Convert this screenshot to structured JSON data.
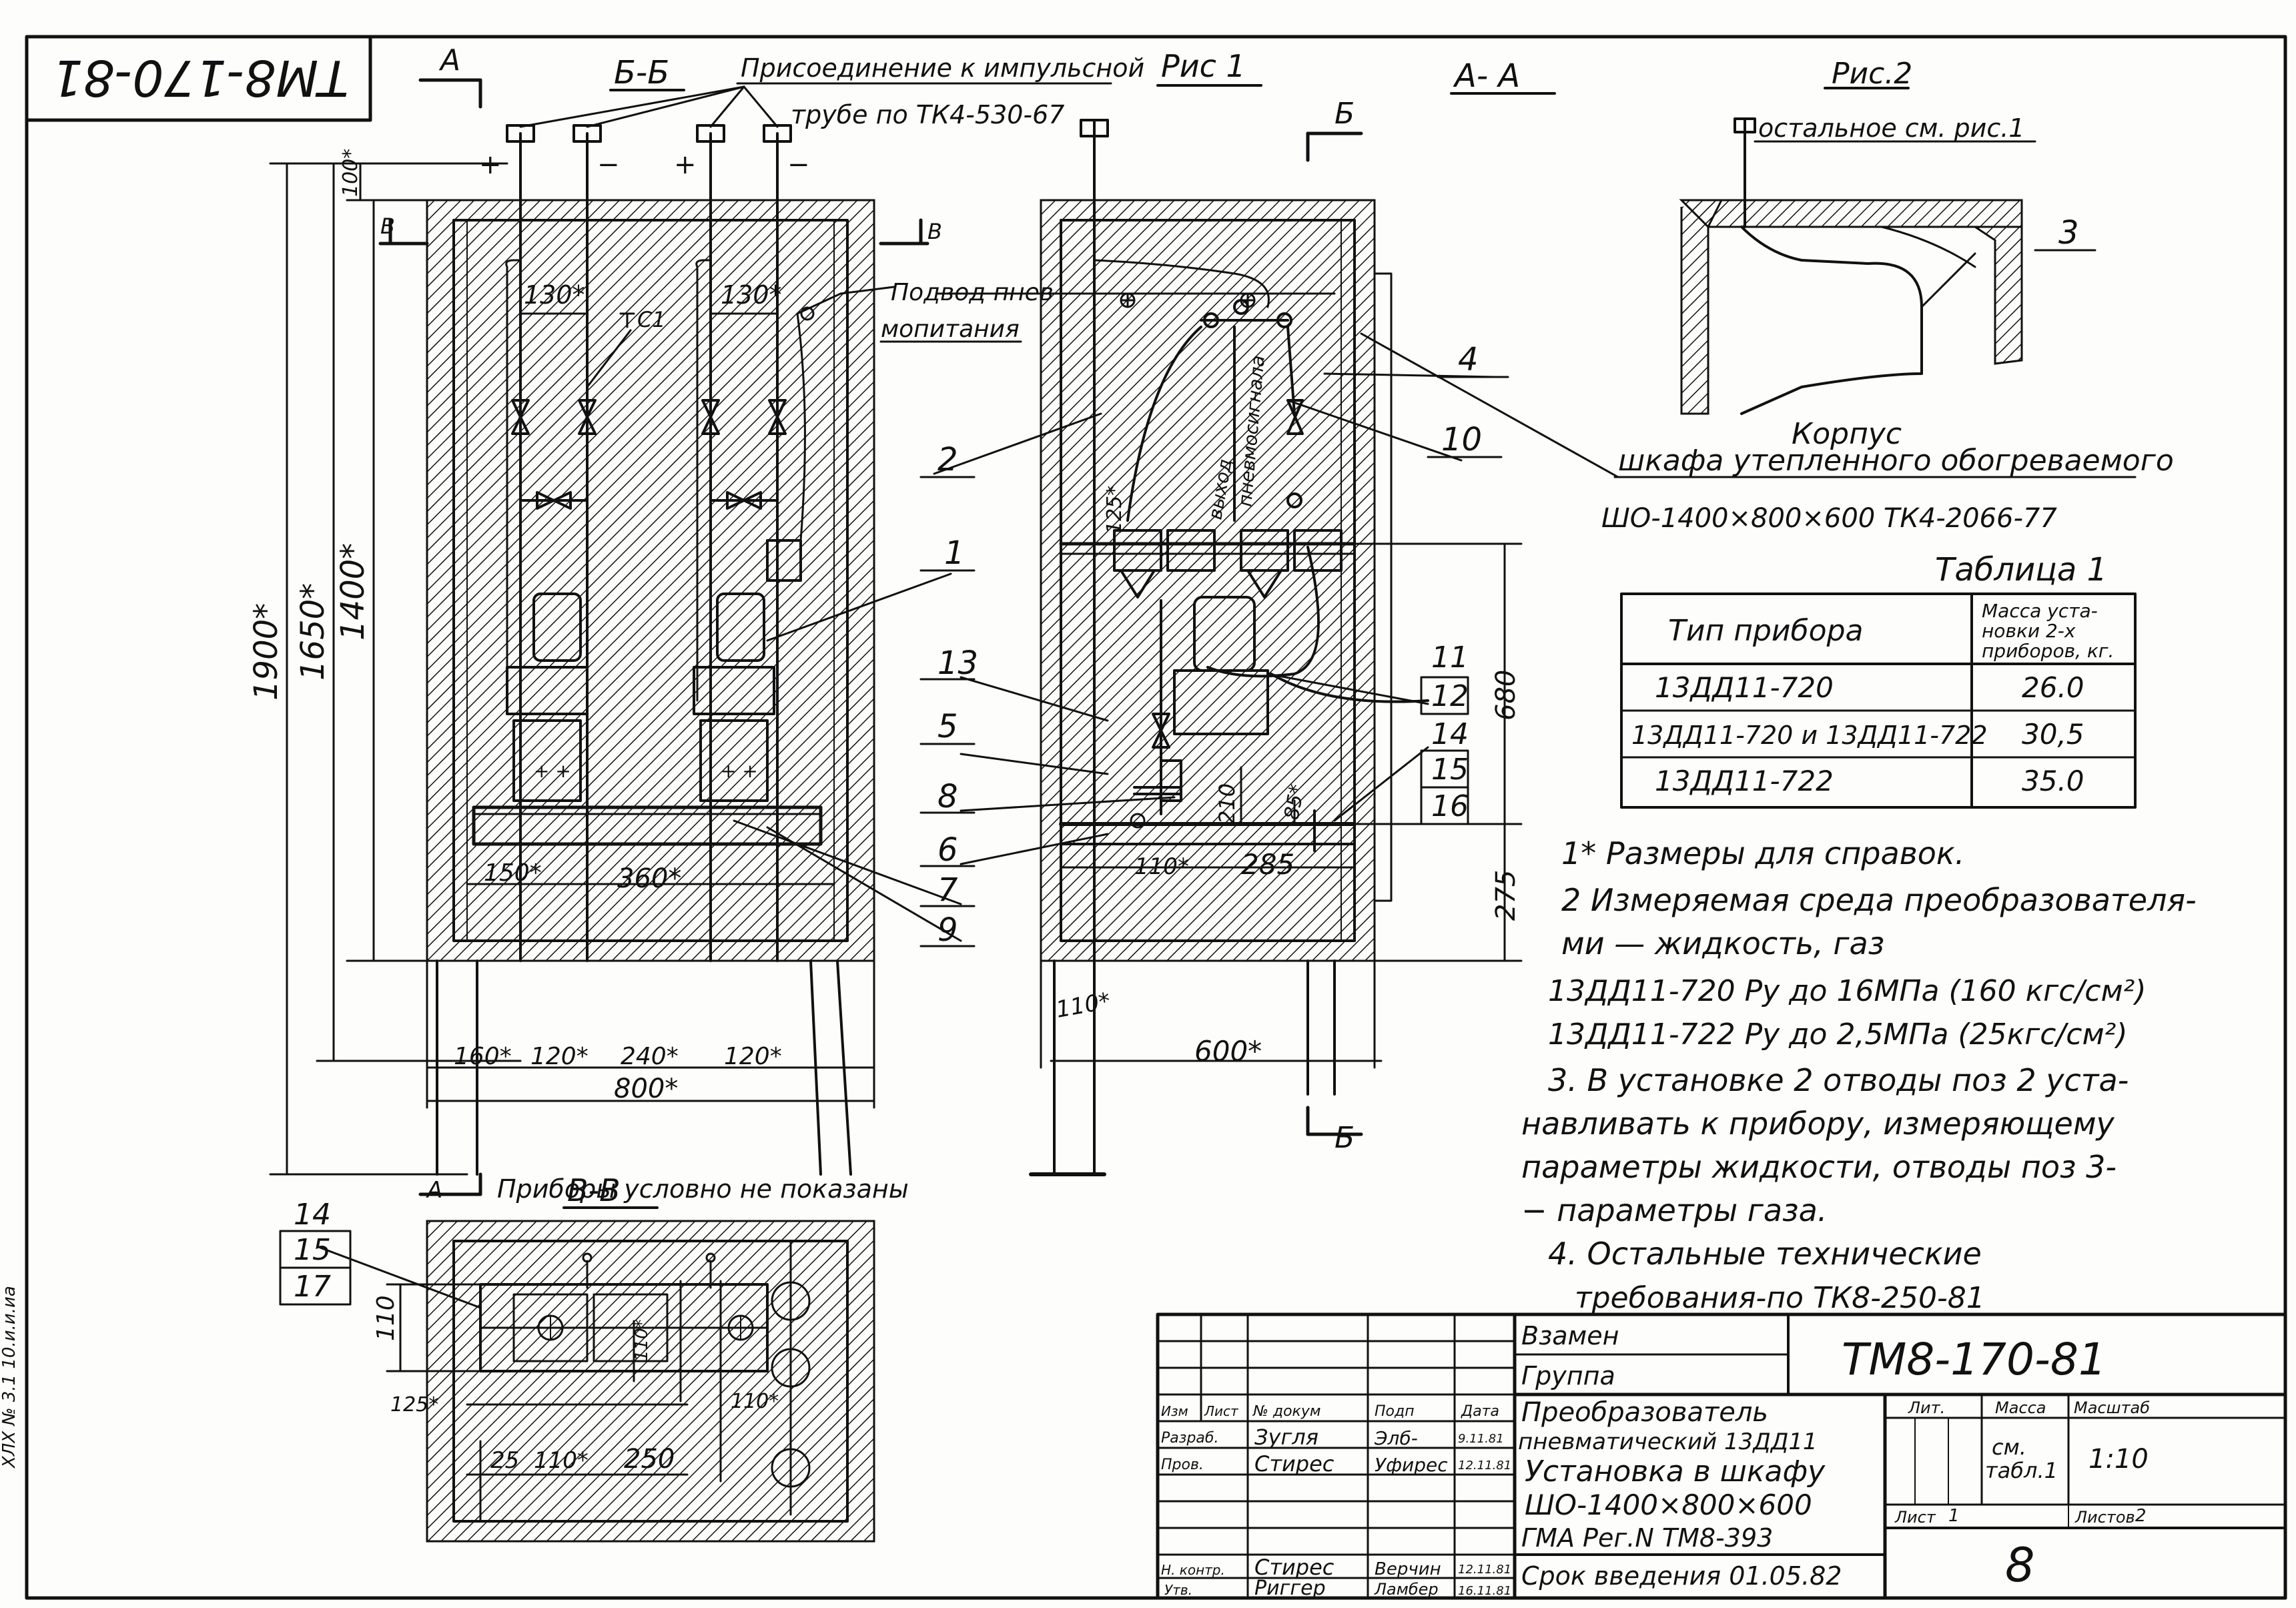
{
  "stamp_corner": "ТМ8-170-81",
  "sections": {
    "a_mark": "А",
    "b_mark": "Б",
    "v_mark": "В",
    "bb_title": "Б-Б",
    "aa_title": "А- А",
    "vv_title": "В-В",
    "fig1_title": "Рис 1",
    "fig2_title": "Рис.2"
  },
  "callouts": {
    "impulse_line_1": "Присоединение к импульсной",
    "impulse_line_2": "трубе по ТК4-530-67",
    "pneumo_1": "Подвод пнев-",
    "pneumo_2": "мопитания",
    "fig2_rest": "остальное см. рис.1",
    "body_1": "Корпус",
    "body_2": "шкафа утепленного обогреваемого",
    "cabinet_spec": "ШО-1400×800×600 ТК4-2066-77",
    "devices_not_shown": "Приборы условно не показаны",
    "vyhod_1": "выход",
    "vyhod_2": "пневмосигнала",
    "c1": "С1",
    "plus": "+",
    "minus": "−"
  },
  "position_numbers": [
    "1",
    "2",
    "3",
    "4",
    "5",
    "6",
    "7",
    "8",
    "9",
    "10",
    "11",
    "12",
    "13",
    "14",
    "15",
    "16",
    "17"
  ],
  "dims": {
    "d1900": "1900*",
    "d1650": "1650*",
    "d1400": "1400*",
    "d100": "100*",
    "d130a": "130*",
    "d130b": "130*",
    "d150": "150*",
    "d360": "360*",
    "d160": "160*",
    "d120a": "120*",
    "d240": "240*",
    "d120b": "120*",
    "d800": "800*",
    "d125": "125*",
    "d680": "680",
    "d210": "210",
    "d85": "85*",
    "d110s": "110*",
    "d285": "285",
    "d275": "275",
    "d110b": "110*",
    "d600": "600*",
    "d110v": "110",
    "d110v2": "110*",
    "d110v3": "110*",
    "d125v": "125*",
    "d25": "25",
    "d110v4": "110*",
    "d250": "250"
  },
  "table": {
    "title": "Таблица 1",
    "col1_header": "Тип прибора",
    "col2_header_1": "Масса уста-",
    "col2_header_2": "новки 2-х",
    "col2_header_3": "приборов, кг.",
    "rows": [
      {
        "type": "13ДД11-720",
        "mass": "26.0"
      },
      {
        "type": "13ДД11-720 и 13ДД11-722",
        "mass": "30,5"
      },
      {
        "type": "13ДД11-722",
        "mass": "35.0"
      }
    ]
  },
  "notes": [
    "1* Размеры для справок.",
    "2 Измеряемая среда преобразователя-",
    "ми — жидкость, газ",
    "13ДД11-720 Ру до 16МПа (160 кгс/см²)",
    "13ДД11-722 Ру до 2,5МПа (25кгс/см²)",
    "3. В установке 2 отводы поз 2 уста-",
    "навливать к прибору, измеряющему",
    "параметры жидкости, отводы поз 3-",
    "− параметры газа.",
    "4. Остальные технические",
    "требования-по ТК8-250-81"
  ],
  "title_block": {
    "replaces": "Взамен",
    "group": "Группа",
    "code": "ТМ8-170-81",
    "name_1": "Преобразователь",
    "name_2": "пневматический 13ДД11",
    "name_3": "Установка в шкафу",
    "name_4": "ШО-1400×800×600",
    "reg": "ГМА Рег.N ТМ8-393",
    "term": "Срок введения 01.05.82",
    "lit": "Лит.",
    "mass": "Масса",
    "scale": "Масштаб",
    "mass_value_1": "см.",
    "mass_value_2": "табл.1",
    "scale_value": "1:10",
    "sheet": "Лист",
    "sheet_no": "1",
    "sheets": "Листов",
    "sheets_no": "2",
    "page": "8",
    "h_izm": "Изм",
    "h_list": "Лист",
    "h_doc": "№ докум",
    "h_sign": "Подп",
    "h_date": "Дата",
    "r1_role": "Разраб.",
    "r1_name": "Зугля",
    "r1_sign": "Элб-",
    "r1_date": "9.11.81",
    "r2_role": "Пров.",
    "r2_name": "Стирес",
    "r2_sign": "Уфирес",
    "r2_date": "12.11.81",
    "r3_role": "Н. контр.",
    "r3_name": "Стирес",
    "r3_sign": "Верчин",
    "r3_date": "12.11.81",
    "r4_role": "Утв.",
    "r4_name": "Риггер",
    "r4_sign": "Ламбер",
    "r4_date": "16.11.81"
  },
  "side_edge": "ХЛХ № 3.1 10.и.и.иа"
}
